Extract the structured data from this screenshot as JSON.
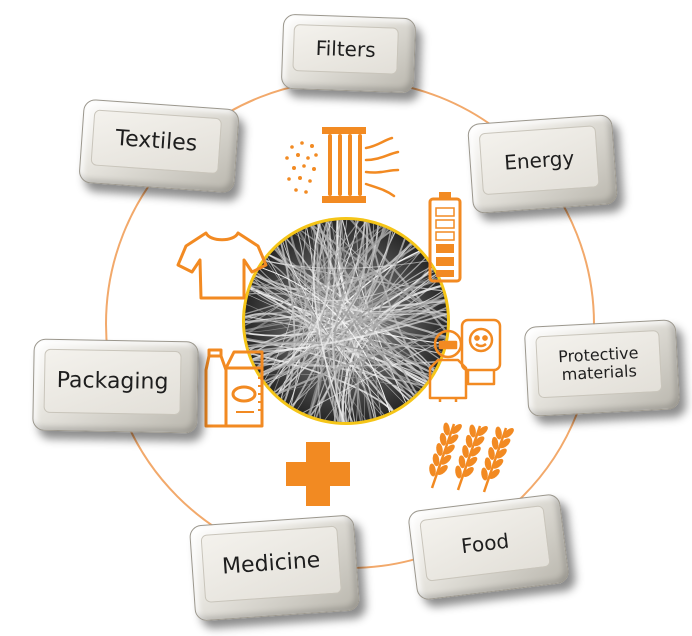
{
  "labels": {
    "filters": "Filters",
    "textiles": "Textiles",
    "energy": "Energy",
    "protective_line1": "Protective",
    "protective_line2": "materials",
    "packaging": "Packaging",
    "medicine": "Medicine",
    "food": "Food"
  },
  "colors": {
    "accent": "#F28A22",
    "ring": "#F2A96B",
    "key_face": "#E6E3DC",
    "text": "#1E1E1E"
  },
  "icons": [
    "filter-icon",
    "battery-icon",
    "tshirt-icon",
    "protective-suit-icon",
    "milk-carton-icon",
    "medical-cross-icon",
    "wheat-icon",
    "nanofiber-image"
  ]
}
